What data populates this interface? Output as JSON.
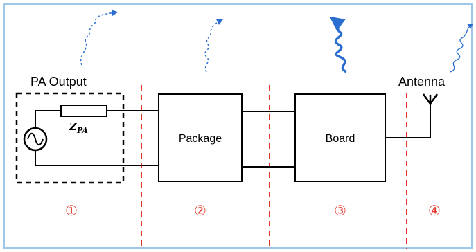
{
  "labels": {
    "pa_output": "PA Output",
    "antenna": "Antenna",
    "impedance_main": "Z",
    "impedance_sub": "PA",
    "package": "Package",
    "board": "Board"
  },
  "stages": [
    "①",
    "②",
    "③",
    "④"
  ],
  "colors": {
    "frame": "#9ec6e8",
    "divider": "#e5352a",
    "stage_number": "#e5352a",
    "signal_trail": "#2a6fcf",
    "wire": "#000000"
  }
}
